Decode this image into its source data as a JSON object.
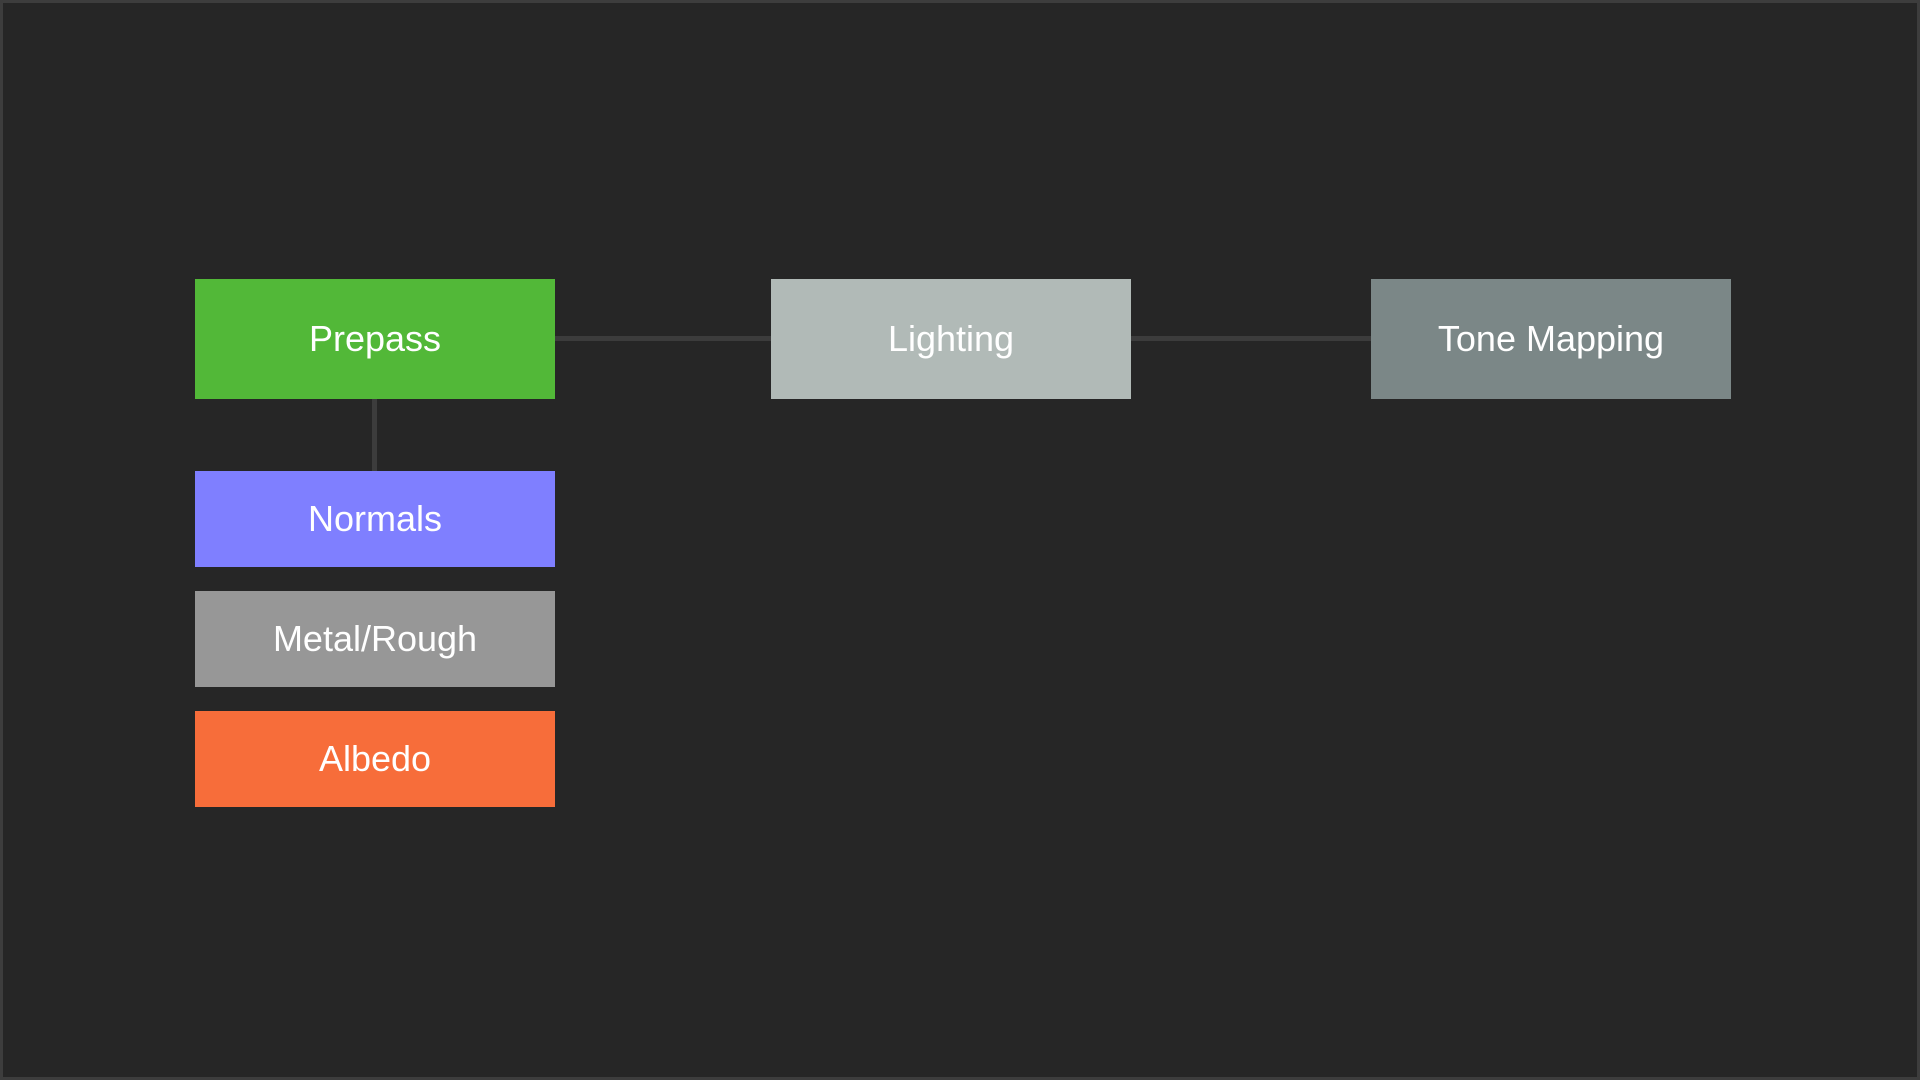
{
  "nodes": {
    "prepass": {
      "label": "Prepass",
      "color": "#52b838"
    },
    "lighting": {
      "label": "Lighting",
      "color": "#b1bab7"
    },
    "tone_mapping": {
      "label": "Tone Mapping",
      "color": "#7b8787"
    },
    "normals": {
      "label": "Normals",
      "color": "#7f7fff"
    },
    "metal_rough": {
      "label": "Metal/Rough",
      "color": "#979797"
    },
    "albedo": {
      "label": "Albedo",
      "color": "#f76d3a"
    }
  },
  "edges": [
    {
      "from": "prepass",
      "to": "lighting"
    },
    {
      "from": "lighting",
      "to": "tone_mapping"
    },
    {
      "from": "prepass",
      "to": "normals"
    }
  ],
  "colors": {
    "background": "#262626",
    "connector": "#3c3c3c",
    "text": "#ffffff"
  }
}
